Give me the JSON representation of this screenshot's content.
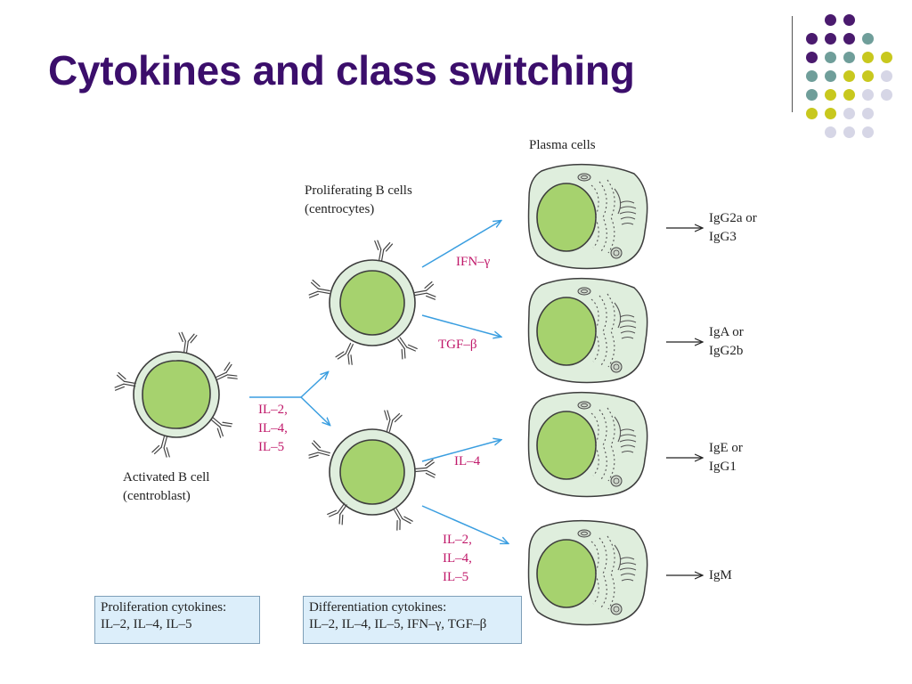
{
  "slide": {
    "title": "Cytokines and class switching"
  },
  "colors": {
    "title": "#3b0e6b",
    "dot_purple": "#4a1a6e",
    "dot_teal": "#6f9e9a",
    "dot_yellow": "#c8c81e",
    "dot_lavender": "#d6d6e6",
    "cell_fill": "#dfeedd",
    "nucleus_fill": "#a6d26e",
    "arrow_blue": "#3a9ee0",
    "cytokine_text": "#c0196a",
    "box_fill": "#dceefa"
  },
  "labels": {
    "activated_cell": [
      "Activated B cell",
      "(centroblast)"
    ],
    "proliferating_cells": [
      "Proliferating B cells",
      "(centrocytes)"
    ],
    "plasma_cells": "Plasma cells"
  },
  "cytokines": {
    "to_proliferation": [
      "IL–2,",
      "IL–4,",
      "IL–5"
    ],
    "ifn_gamma": "IFN–γ",
    "tgf_beta": "TGF–β",
    "il4": "IL–4",
    "to_igm": [
      "IL–2,",
      "IL–4,",
      "IL–5"
    ]
  },
  "outputs": [
    [
      "IgG2a or",
      "IgG3"
    ],
    [
      "IgA or",
      "IgG2b"
    ],
    [
      "IgE or",
      "IgG1"
    ],
    [
      "IgM"
    ]
  ],
  "boxes": {
    "proliferation": [
      "Proliferation cytokines:",
      "IL–2, IL–4, IL–5"
    ],
    "differentiation": [
      "Differentiation cytokines:",
      "IL–2, IL–4, IL–5, IFN–γ, TGF–β"
    ]
  }
}
